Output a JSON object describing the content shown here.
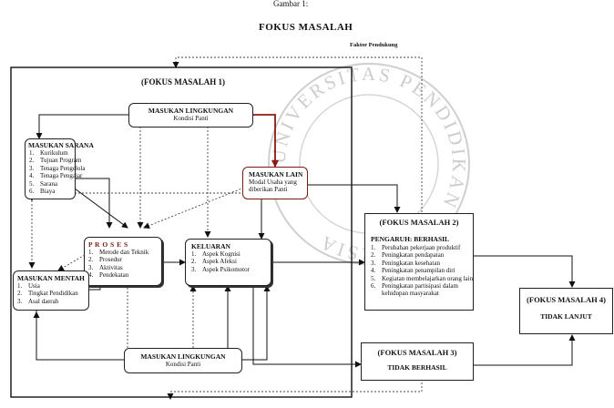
{
  "caption": "Gambar 1:",
  "title": "FOKUS  MASALAH",
  "faktor_pendukung": "Faktor Pendukung",
  "watermark": {
    "text": "UNIVERSITAS PENDIDIKAN INDONESIA"
  },
  "fokus1": {
    "label": "(FOKUS MASALAH  1)"
  },
  "masukan_lingkungan_top": {
    "title": "MASUKAN LINGKUNGAN",
    "subtitle": "Kondisi Panti"
  },
  "masukan_sarana": {
    "title": "MASUKAN SARANA",
    "items": [
      "Kurikulum",
      "Tujuan Program",
      "Tenaga Pengelola",
      "Tenaga Pengajar",
      "Sarana",
      "Biaya"
    ]
  },
  "masukan_lain": {
    "title": "MASUKAN LAIN",
    "line1": "Modal Usaha yang",
    "line2": "diberikan Panti"
  },
  "proses": {
    "title": "P R O S E S",
    "items": [
      "Metode dan Teknik",
      "Prosedur",
      "Aktivitas",
      "Pendekatan"
    ]
  },
  "keluaran": {
    "title": "KELUARAN",
    "items": [
      "Aspek Kognisi",
      "Aspek Afeksi",
      "Aspek Psikomotor"
    ]
  },
  "masukan_mentah": {
    "title": "MASUKAN MENTAH",
    "items": [
      "Usia",
      "Tingkat Pendidikan",
      "Asal daerah"
    ]
  },
  "masukan_lingkungan_bottom": {
    "title": "MASUKAN LINGKUNGAN",
    "subtitle": "Kondisi Panti"
  },
  "fokus2": {
    "label": "(FOKUS MASALAH  2)",
    "heading": "PENGARUH:  BERHASIL",
    "items": [
      "Perubahan pekerjaan produktif",
      "Peningkatan pendapatan",
      "Peningkatan kesehatan",
      "Peningkatan penampilan diri",
      "Kegiatan membelajarkan orang lain",
      "Peningkatan partisipasi dalam",
      "kehidupan masyarakat"
    ]
  },
  "fokus3": {
    "label": "(FOKUS MASALAH  3)",
    "text": "TIDAK BERHASIL"
  },
  "fokus4": {
    "label": "(FOKUS MASALAH  4)",
    "text": "TIDAK LANJUT"
  }
}
